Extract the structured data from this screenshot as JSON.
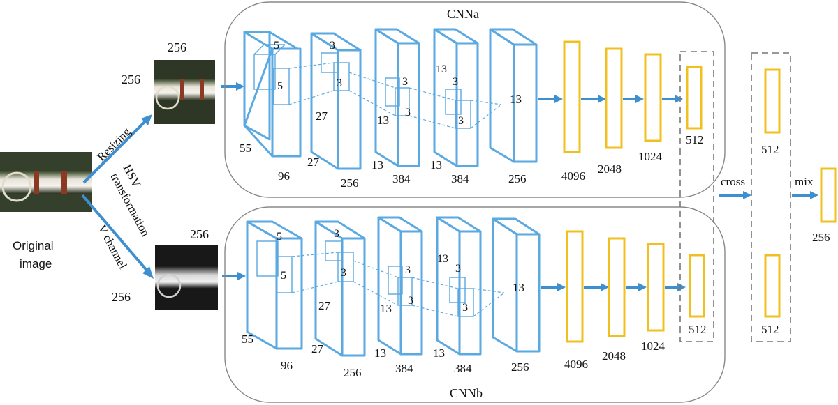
{
  "inputs": {
    "original_label_line1": "Original",
    "original_label_line2": "image",
    "resize_top": "256",
    "resize_side": "256",
    "hsv_top": "256",
    "hsv_side": "256",
    "edge_resizing": "Resizing",
    "edge_hsv_line1": "HSV",
    "edge_hsv_line2": "transformation",
    "edge_hsv_line3": "V channel"
  },
  "branch_a": {
    "title": "CNNa",
    "conv1_kernel": "5",
    "conv1_kernel2": "5",
    "conv1_h": "55",
    "conv1_c": "96",
    "conv2_kernel": "3",
    "conv2_kernel2": "3",
    "conv2_h": "27",
    "conv2_h2": "27",
    "conv2_c": "256",
    "conv3_kernel": "3",
    "conv3_kernel2": "3",
    "conv3_h": "13",
    "conv3_h2": "13",
    "conv3_c": "384",
    "conv4_kernel": "3",
    "conv4_kernel2": "3",
    "conv4_h": "13",
    "conv4_h2": "13",
    "conv4_c": "384",
    "conv5_h": "13",
    "conv5_c": "256",
    "fc1": "4096",
    "fc2": "2048",
    "fc3": "1024",
    "fc4": "512"
  },
  "branch_b": {
    "title": "CNNb",
    "conv1_kernel": "5",
    "conv1_kernel2": "5",
    "conv1_h": "55",
    "conv1_c": "96",
    "conv2_kernel": "3",
    "conv2_kernel2": "3",
    "conv2_h": "27",
    "conv2_h2": "27",
    "conv2_c": "256",
    "conv3_kernel": "3",
    "conv3_kernel2": "3",
    "conv3_h": "13",
    "conv3_h2": "13",
    "conv3_c": "384",
    "conv4_kernel": "3",
    "conv4_kernel2": "3",
    "conv4_h": "13",
    "conv4_h2": "13",
    "conv4_c": "384",
    "conv5_h": "13",
    "conv5_c": "256",
    "fc1": "4096",
    "fc2": "2048",
    "fc3": "1024",
    "fc4": "512"
  },
  "fusion": {
    "cross_label": "cross",
    "cross_top": "512",
    "cross_bottom": "512",
    "mix_label": "mix",
    "output": "256"
  },
  "colors": {
    "conv_blue": "#5aa9e0",
    "arrow_blue": "#3d8fd0",
    "fc_yellow": "#f0c020",
    "border_gray": "#777777"
  }
}
